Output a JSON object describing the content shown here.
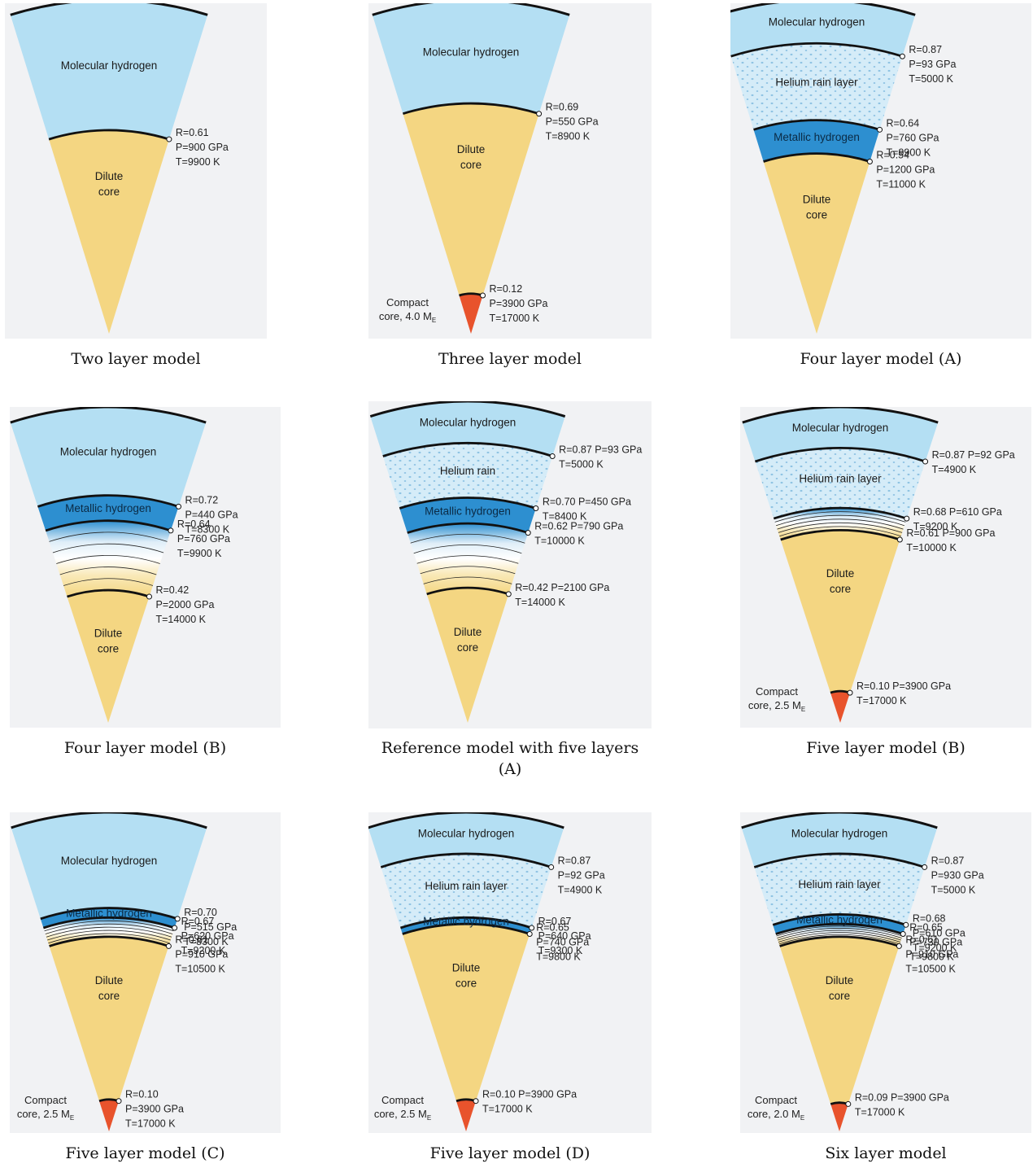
{
  "colors": {
    "panel_bg": "#f1f2f4",
    "molecular_hydrogen": "#b4dff3",
    "helium_rain": "#d5ecf8",
    "helium_rain_dots": "#8fc3e3",
    "metallic_hydrogen": "#2d8fd0",
    "dilute_core": "#f4d682",
    "compact_core": "#e8532c",
    "outline": "#111111"
  },
  "panels": [
    {
      "caption": "Two layer model",
      "layers": [
        {
          "type": "molecular",
          "label": "Molecular hydrogen"
        },
        {
          "type": "dilute",
          "label": [
            "Dilute",
            "core"
          ]
        }
      ],
      "boundaries": [
        {
          "R": 0.61,
          "lines": [
            "R=0.61",
            "P=900 GPa",
            "T=9900 K"
          ]
        }
      ]
    },
    {
      "caption": "Three layer model",
      "layers": [
        {
          "type": "molecular",
          "label": "Molecular hydrogen"
        },
        {
          "type": "dilute",
          "label": [
            "Dilute",
            "core"
          ]
        },
        {
          "type": "compact",
          "label": [
            "Compact",
            "core, 4.0 M"
          ],
          "mass_sub": "E"
        }
      ],
      "boundaries": [
        {
          "R": 0.69,
          "lines": [
            "R=0.69",
            "P=550 GPa",
            "T=8900 K"
          ]
        },
        {
          "R": 0.12,
          "lines": [
            "R=0.12",
            "P=3900 GPa",
            "T=17000 K"
          ]
        }
      ]
    },
    {
      "caption": "Four layer model (A)",
      "layers": [
        {
          "type": "molecular",
          "label": "Molecular hydrogen"
        },
        {
          "type": "helium",
          "label": "Helium rain layer"
        },
        {
          "type": "metallic",
          "label": "Metallic hydrogen"
        },
        {
          "type": "dilute",
          "label": [
            "Dilute",
            "core"
          ]
        }
      ],
      "boundaries": [
        {
          "R": 0.87,
          "lines": [
            "R=0.87",
            "P=93 GPa",
            "T=5000 K"
          ]
        },
        {
          "R": 0.64,
          "lines": [
            "R=0.64",
            "P=760 GPa",
            "T=9900 K"
          ]
        },
        {
          "R": 0.54,
          "lines": [
            "R=0.54",
            "P=1200 GPa",
            "T=11000 K"
          ]
        }
      ]
    },
    {
      "caption": "Four layer model (B)",
      "layers": [
        {
          "type": "molecular",
          "label": "Molecular hydrogen"
        },
        {
          "type": "metallic",
          "label": "Metallic hydrogen"
        },
        {
          "type": "gradient",
          "label": ""
        },
        {
          "type": "dilute",
          "label": [
            "Dilute",
            "core"
          ]
        }
      ],
      "boundaries": [
        {
          "R": 0.72,
          "lines": [
            "R=0.72",
            "P=440 GPa",
            "T=8300 K"
          ]
        },
        {
          "R": 0.64,
          "lines": [
            "R=0.64",
            "P=760 GPa",
            "T=9900 K"
          ]
        },
        {
          "R": 0.42,
          "lines": [
            "R=0.42",
            "P=2000 GPa",
            "T=14000 K"
          ]
        }
      ]
    },
    {
      "caption": "Reference model with five layers (A)",
      "layers": [
        {
          "type": "molecular",
          "label": "Molecular hydrogen"
        },
        {
          "type": "helium",
          "label": "Helium rain"
        },
        {
          "type": "metallic",
          "label": "Metallic hydrogen"
        },
        {
          "type": "gradient",
          "label": ""
        },
        {
          "type": "dilute",
          "label": [
            "Dilute",
            "core"
          ]
        }
      ],
      "boundaries": [
        {
          "R": 0.87,
          "lines": [
            "R=0.87 P=93 GPa",
            "T=5000 K"
          ]
        },
        {
          "R": 0.7,
          "lines": [
            "R=0.70 P=450 GPa",
            "T=8400 K"
          ]
        },
        {
          "R": 0.62,
          "lines": [
            "R=0.62 P=790 GPa",
            "T=10000 K"
          ]
        },
        {
          "R": 0.42,
          "lines": [
            "R=0.42 P=2100 GPa",
            "T=14000 K"
          ]
        }
      ]
    },
    {
      "caption": "Five layer model (B)",
      "layers": [
        {
          "type": "molecular",
          "label": "Molecular hydrogen"
        },
        {
          "type": "helium",
          "label": "Helium rain layer"
        },
        {
          "type": "gradient",
          "label": ""
        },
        {
          "type": "dilute",
          "label": [
            "Dilute",
            "core"
          ]
        },
        {
          "type": "compact",
          "label": [
            "Compact",
            "core, 2.5 M"
          ],
          "mass_sub": "E"
        }
      ],
      "boundaries": [
        {
          "R": 0.87,
          "lines": [
            "R=0.87 P=92 GPa",
            "T=4900 K"
          ]
        },
        {
          "R": 0.68,
          "lines": [
            "R=0.68 P=610 GPa",
            "T=9200 K"
          ]
        },
        {
          "R": 0.61,
          "lines": [
            "R=0.61 P=900 GPa",
            "T=10000 K"
          ]
        },
        {
          "R": 0.1,
          "lines": [
            "R=0.10 P=3900 GPa",
            "T=17000 K"
          ]
        }
      ]
    },
    {
      "caption": "Five layer model (C)",
      "layers": [
        {
          "type": "molecular",
          "label": "Molecular hydrogen"
        },
        {
          "type": "metallic",
          "label": "Metallic hydrogen"
        },
        {
          "type": "gradient",
          "label": ""
        },
        {
          "type": "dilute",
          "label": [
            "Dilute",
            "core"
          ]
        },
        {
          "type": "compact",
          "label": [
            "Compact",
            "core, 2.5 M"
          ],
          "mass_sub": "E"
        }
      ],
      "boundaries": [
        {
          "R": 0.7,
          "lines": [
            "R=0.70",
            "P=515 GPa",
            "T=8300 K"
          ]
        },
        {
          "R": 0.67,
          "lines": [
            "R=0.67",
            "P=620 GPa",
            "T=9200 K"
          ]
        },
        {
          "R": 0.61,
          "lines": [
            "R=0.61",
            "P=910 GPa",
            "T=10500 K"
          ]
        },
        {
          "R": 0.1,
          "lines": [
            "R=0.10",
            "P=3900 GPa",
            "T=17000 K"
          ]
        }
      ]
    },
    {
      "caption": "Five layer model (D)",
      "layers": [
        {
          "type": "molecular",
          "label": "Molecular hydrogen"
        },
        {
          "type": "helium",
          "label": "Helium rain layer"
        },
        {
          "type": "metallic",
          "label": "Metallic hydrogen"
        },
        {
          "type": "dilute",
          "label": [
            "Dilute",
            "core"
          ]
        },
        {
          "type": "compact",
          "label": [
            "Compact",
            "core, 2.5 M"
          ],
          "mass_sub": "E"
        }
      ],
      "boundaries": [
        {
          "R": 0.87,
          "lines": [
            "R=0.87",
            "P=92 GPa",
            "T=4900 K"
          ]
        },
        {
          "R": 0.67,
          "lines": [
            "R=0.67",
            "P=640 GPa",
            "T=9300 K"
          ]
        },
        {
          "R": 0.65,
          "lines": [
            "R=0.65",
            "P=740 GPa",
            "T=9800 K"
          ]
        },
        {
          "R": 0.1,
          "lines": [
            "R=0.10 P=3900 GPa",
            "T=17000 K"
          ]
        }
      ]
    },
    {
      "caption": "Six layer model",
      "layers": [
        {
          "type": "molecular",
          "label": "Molecular hydrogen"
        },
        {
          "type": "helium",
          "label": "Helium rain layer"
        },
        {
          "type": "metallic",
          "label": "Metallic hydrogen"
        },
        {
          "type": "gradient",
          "label": ""
        },
        {
          "type": "dilute",
          "label": [
            "Dilute",
            "core"
          ]
        },
        {
          "type": "compact",
          "label": [
            "Compact",
            "core, 2.0 M"
          ],
          "mass_sub": "E"
        }
      ],
      "boundaries": [
        {
          "R": 0.87,
          "lines": [
            "R=0.87",
            "P=930 GPa",
            "T=5000 K"
          ]
        },
        {
          "R": 0.68,
          "lines": [
            "R=0.68",
            "P=610 GPa",
            "T=9200 K"
          ]
        },
        {
          "R": 0.65,
          "lines": [
            "R=0.65",
            "P=730 GPa",
            "T=9800 K"
          ]
        },
        {
          "R": 0.61,
          "lines": [
            "R=0.61",
            "P=910 GPa",
            "T=10500 K"
          ]
        },
        {
          "R": 0.09,
          "lines": [
            "R=0.09 P=3900 GPa",
            "T=17000 K"
          ]
        }
      ]
    }
  ]
}
